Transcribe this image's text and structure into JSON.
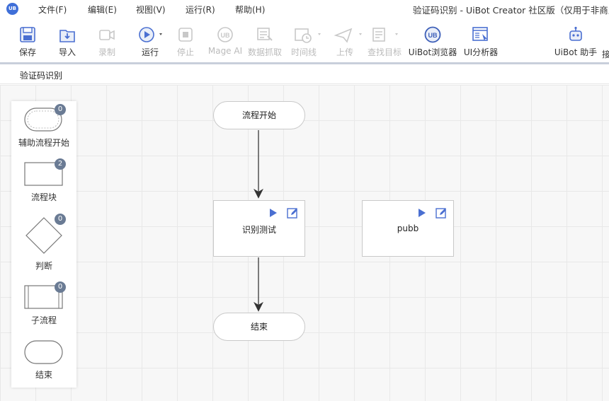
{
  "app": {
    "logo_text": "UB",
    "window_title": "验证码识别  - UiBot Creator 社区版（仅用于非商业"
  },
  "menu": {
    "items": [
      "文件(F)",
      "编辑(E)",
      "视图(V)",
      "运行(R)",
      "帮助(H)"
    ]
  },
  "toolbar": {
    "save": "保存",
    "import": "导入",
    "record": "录制",
    "run": "运行",
    "stop": "停止",
    "mage_ai": "Mage AI",
    "data_scrape": "数据抓取",
    "timeline": "时间线",
    "upload": "上传",
    "find_target": "查找目标",
    "uibot_browser": "UiBot浏览器",
    "ui_analyzer": "UI分析器",
    "assistant": "UiBot 助手",
    "cut_off": "接"
  },
  "document": {
    "tab_title": "验证码识别"
  },
  "palette": {
    "items": [
      {
        "label": "辅助流程开始",
        "count": "0"
      },
      {
        "label": "流程块",
        "count": "2"
      },
      {
        "label": "判断",
        "count": "0"
      },
      {
        "label": "子流程",
        "count": "0"
      },
      {
        "label": "结束"
      }
    ]
  },
  "flow": {
    "start": "流程开始",
    "block1": "识别测试",
    "block2": "pubb",
    "end": "结束"
  },
  "colors": {
    "accent": "#4a6fd1",
    "badge": "#6a7b94",
    "divider": "#c8cfdb",
    "grid": "#e8e8e8"
  }
}
